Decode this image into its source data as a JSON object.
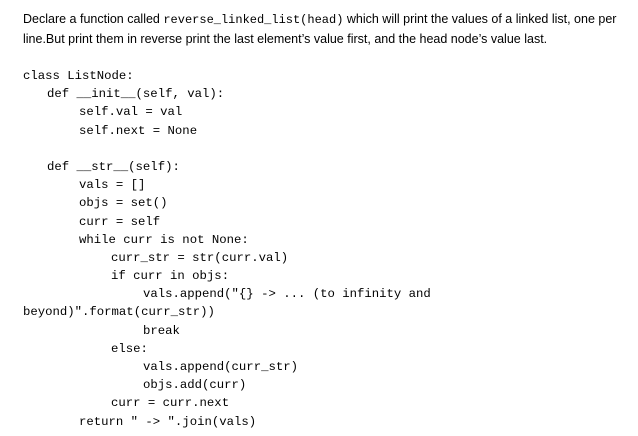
{
  "question": {
    "part1": "Declare a function called ",
    "func_call": "reverse_linked_list(head)",
    "part2": " which will print the values of a linked list, one per line.But print them in reverse print the last element’s value first, and the head node’s value last."
  },
  "code_lines": [
    "class ListNode:",
    "def __init__(self, val):",
    "self.val = val",
    "self.next = None",
    "",
    "def __str__(self):",
    "vals = []",
    "objs = set()",
    "curr = self",
    "while curr is not None:",
    "curr_str = str(curr.val)",
    "if curr in objs:",
    "vals.append(\"{} -> ... (to infinity and",
    "beyond)\".format(curr_str))",
    "break",
    "else:",
    "vals.append(curr_str)",
    "objs.add(curr)",
    "curr = curr.next",
    "return \" -> \".join(vals)"
  ]
}
